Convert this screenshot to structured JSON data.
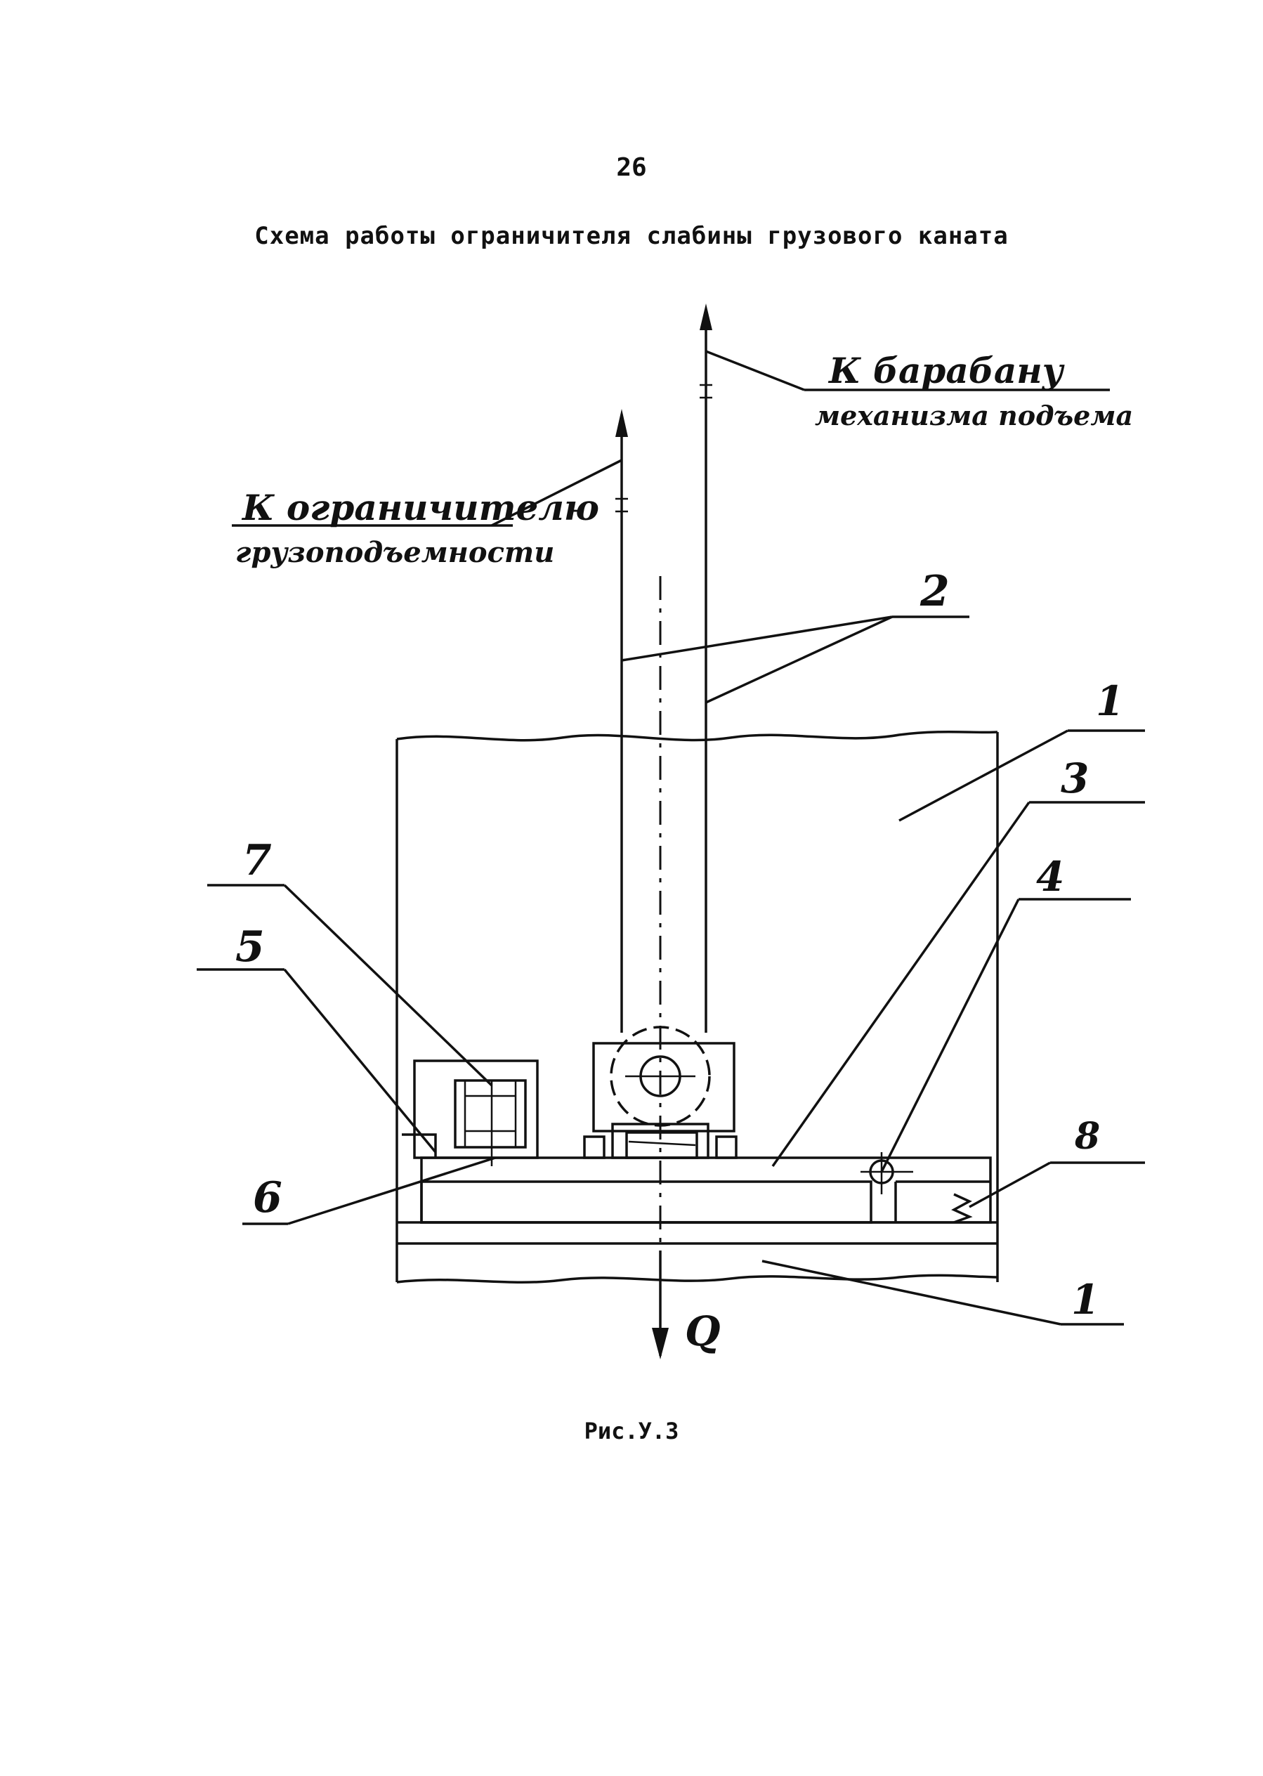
{
  "page": {
    "number": "26",
    "title": "Схема работы ограничителя слабины грузового каната",
    "caption": "Рис.У.3"
  },
  "annotations": {
    "to_drum_line1": "К барабану",
    "to_drum_line2": "механизма подъема",
    "to_limiter_line1": "К ограничителю",
    "to_limiter_line2": "грузоподъемности",
    "load": "Q"
  },
  "callouts": {
    "c1_top": "1",
    "c1_bottom": "1",
    "c2": "2",
    "c3": "3",
    "c4": "4",
    "c5": "5",
    "c6": "6",
    "c7": "7",
    "c8": "8"
  }
}
